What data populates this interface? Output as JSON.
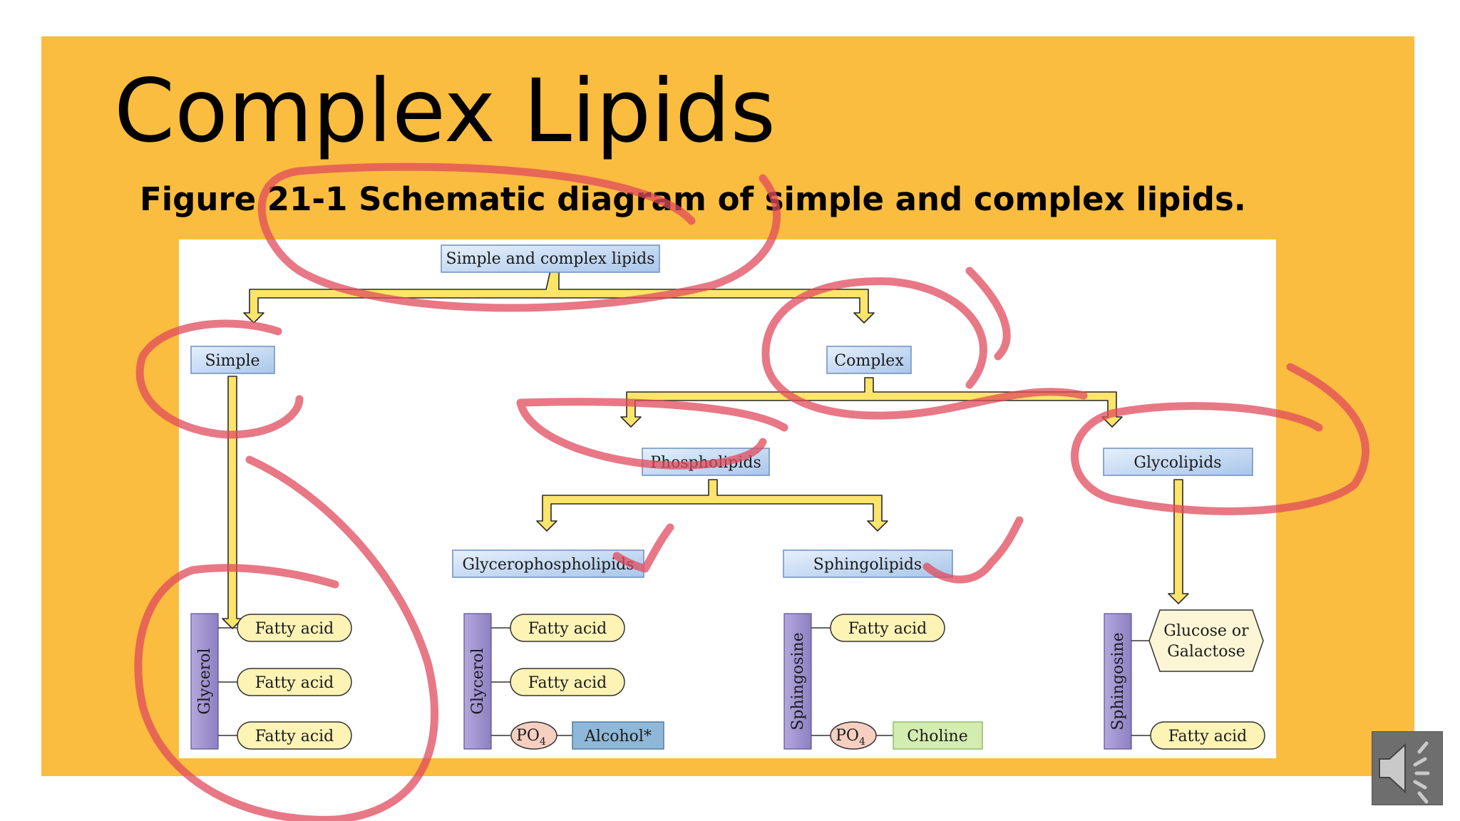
{
  "slide": {
    "title": "Complex Lipids",
    "subtitle": "Figure 21-1 Schematic diagram of simple and complex lipids.",
    "background_color": "#fbbd3f"
  },
  "diagram": {
    "root": "Simple and complex lipids",
    "simple": "Simple",
    "complex": "Complex",
    "phospholipids": "Phospholipids",
    "glycolipids": "Glycolipids",
    "glycerophospholipids": "Glycerophospholipids",
    "sphingolipids": "Sphingolipids",
    "col1": {
      "backbone": "Glycerol",
      "items": [
        "Fatty acid",
        "Fatty acid",
        "Fatty acid"
      ]
    },
    "col2": {
      "backbone": "Glycerol",
      "items": [
        "Fatty acid",
        "Fatty acid"
      ],
      "phosphate": "PO",
      "phosphate_sub": "4",
      "head": "Alcohol*"
    },
    "col3": {
      "backbone": "Sphingosine",
      "items": [
        "Fatty acid"
      ],
      "phosphate": "PO",
      "phosphate_sub": "4",
      "head": "Choline"
    },
    "col4": {
      "backbone": "Sphingosine",
      "sugar_line1": "Glucose or",
      "sugar_line2": "Galactose",
      "items": [
        "Fatty acid"
      ]
    }
  },
  "colors": {
    "label_box": "#c8dcf4",
    "arrow_fill": "#fde46a",
    "pill_fill": "#fdf3b5",
    "backbone": "#9c8fcc",
    "phosphate": "#f6cfc1",
    "alcohol": "#8fb8d8",
    "choline": "#d3ecb0",
    "annotation_ink": "#e04b5c"
  },
  "speaker": {
    "icon": "speaker-icon"
  }
}
